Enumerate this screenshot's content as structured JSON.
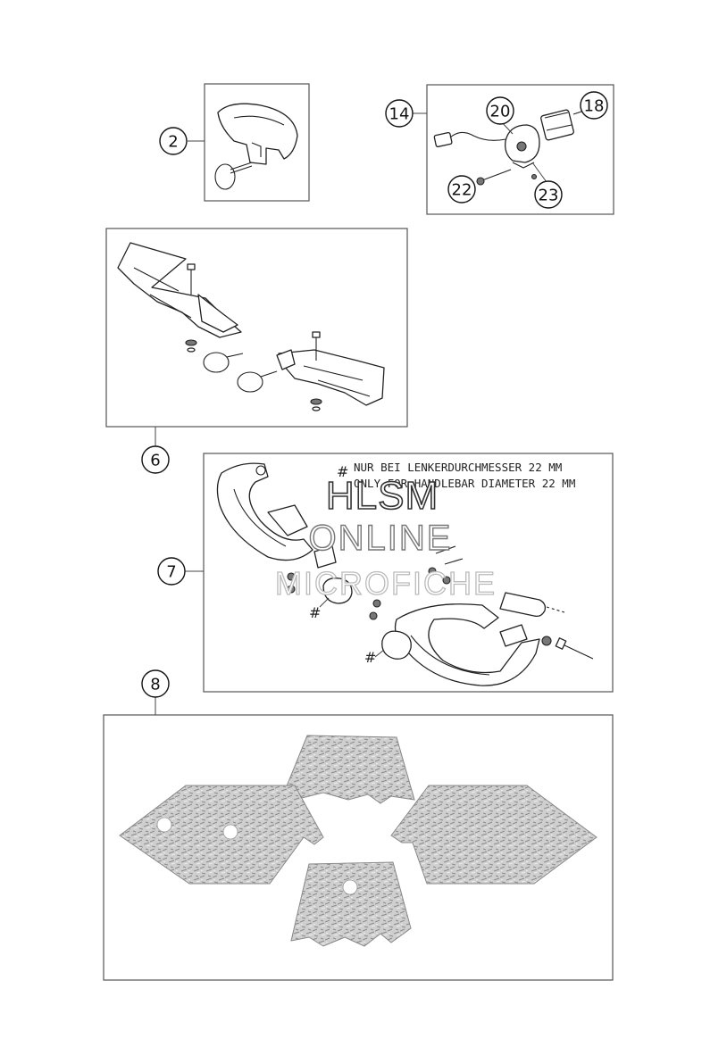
{
  "callouts": [
    {
      "id": "c2",
      "label": "2"
    },
    {
      "id": "c14",
      "label": "14"
    },
    {
      "id": "c20",
      "label": "20"
    },
    {
      "id": "c18",
      "label": "18"
    },
    {
      "id": "c22",
      "label": "22"
    },
    {
      "id": "c23",
      "label": "23"
    },
    {
      "id": "c6",
      "label": "6"
    },
    {
      "id": "c7",
      "label": "7"
    },
    {
      "id": "c8",
      "label": "8"
    }
  ],
  "notes": {
    "line1": "NUR BEI LENKERDURCHMESSER 22 MM",
    "line2": "ONLY FOR HANDLEBAR DIAMETER 22 MM",
    "hash": "#"
  },
  "watermark": {
    "line1": "HLSM",
    "line2": "ONLINE",
    "line3": "MICROFICHE"
  }
}
